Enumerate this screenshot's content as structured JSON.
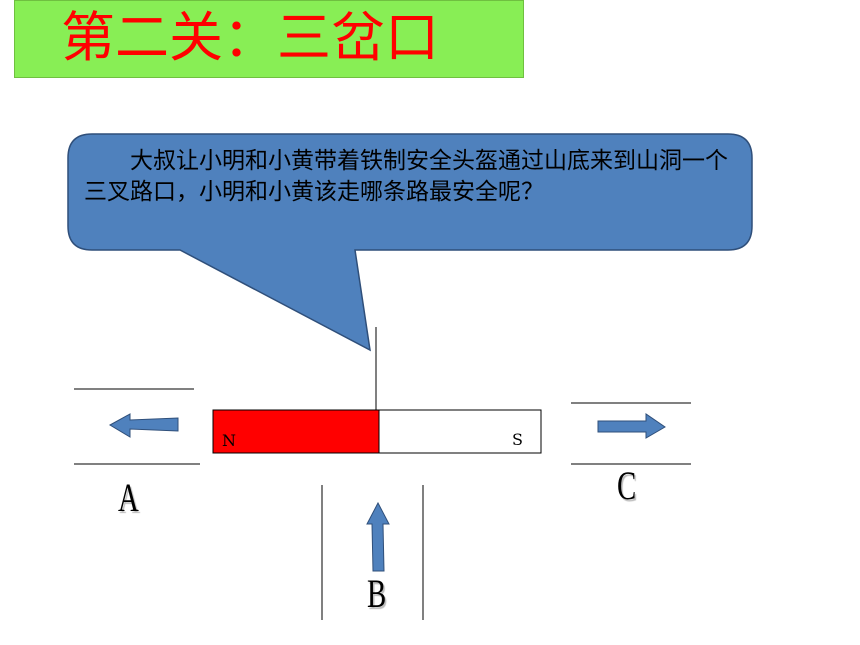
{
  "title": "第二关：三岔口",
  "bubble_text": "大叔让小明和小黄带着铁制安全头盔通过山底来到山洞一个三叉路口，小明和小黄该走哪条路最安全呢？",
  "magnet": {
    "north_label": "N",
    "south_label": "S",
    "north_color": "#ff0000",
    "south_color": "#ffffff"
  },
  "paths": [
    {
      "label": "A"
    },
    {
      "label": "B"
    },
    {
      "label": "C"
    }
  ],
  "colors": {
    "title_bg": "#88ee55",
    "title_text": "#ff0000",
    "bubble_fill": "#4f81bd",
    "arrow_fill": "#4f81bd"
  }
}
